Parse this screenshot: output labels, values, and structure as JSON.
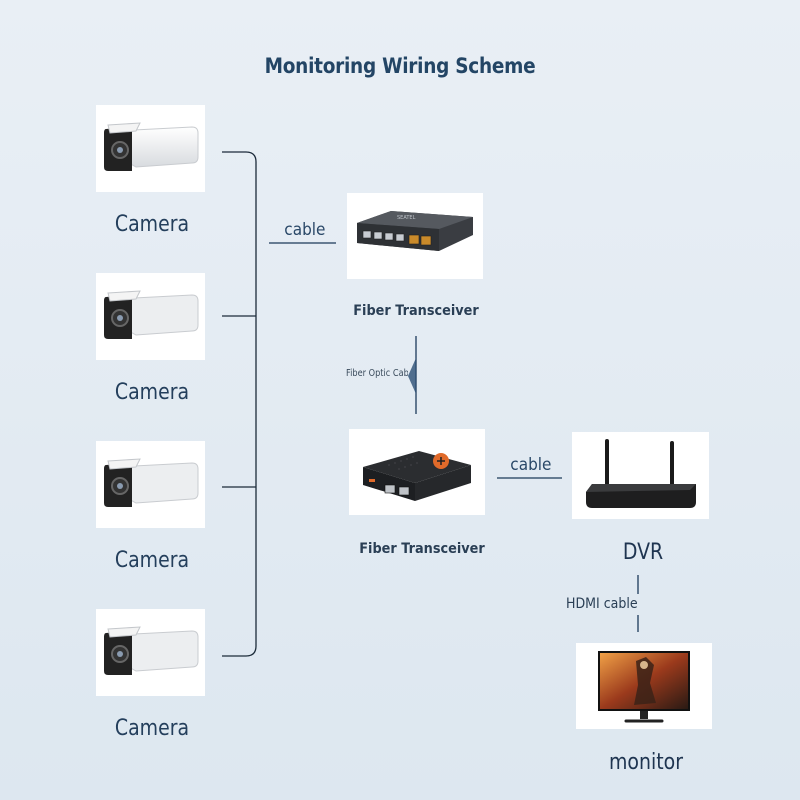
{
  "title": "Monitoring Wiring Scheme",
  "cameras": [
    {
      "label": "Camera"
    },
    {
      "label": "Camera"
    },
    {
      "label": "Camera"
    },
    {
      "label": "Camera"
    }
  ],
  "links": {
    "cameras_to_transceiver": "cable",
    "fiber": "Fiber Optic Cable",
    "transceiver_to_dvr": "cable",
    "dvr_to_monitor": "HDMI cable"
  },
  "devices": {
    "transceiver_top": "Fiber Transceiver",
    "transceiver_bottom": "Fiber Transceiver",
    "dvr": "DVR",
    "monitor": "monitor"
  },
  "transceiver_top_brand": "SEATEL"
}
